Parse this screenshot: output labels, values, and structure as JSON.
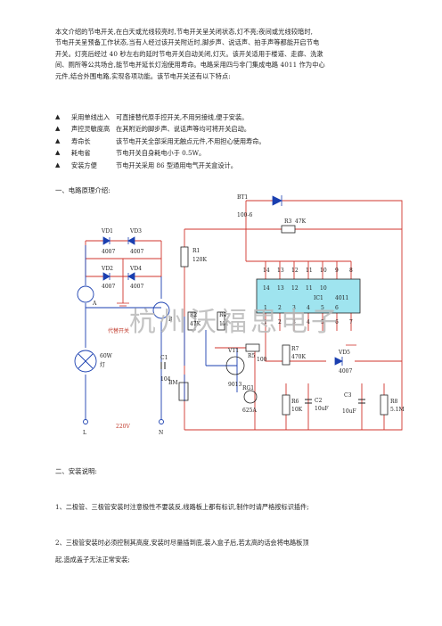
{
  "intro": [
    "本文介绍的节电开关,在白天或光线较亮时,节电开关呈关闭状态,灯不亮;夜间或光线较暗时,",
    "节电开关呈预备工作状态,当有人经过该开关附近时,脚步声、说话声、拍手声等都能开启节电",
    "开关。灯亮后经过 40 秒左右的延时节电开关自动关闭,灯灭。该开关适用于楼道、走廊、洗漱",
    "间、厕所等公共场合,能节电并延长灯泡使用寿命。电路采用四与非门集成电路 4011 作为中心",
    "元件,结合外围电路,实现各项功能。该节电开关还有以下特点:"
  ],
  "features": [
    {
      "bullet": "▲",
      "key": "采用单线出入",
      "value": "可直接替代原手控开关,不用另接线,便于安装。"
    },
    {
      "bullet": "▲",
      "key": "声控灵敏度高",
      "value": "在其附近的脚步声、说话声等均可将开关启动。"
    },
    {
      "bullet": "▲",
      "key": "寿命长",
      "value": "该节电开关全部采用无触点元件,不用担心使用寿命。"
    },
    {
      "bullet": "▲",
      "key": "耗电省",
      "value": "节电开关自身耗电小于 0.5W。"
    },
    {
      "bullet": "▲",
      "key": "安装方便",
      "value": "节电开关采用 86 型通用电气开关盒设计。"
    }
  ],
  "section1": "一、电路原理介绍:",
  "section2": "二、安装说明:",
  "watermark": "杭州沃福思电子",
  "circuit": {
    "vd1": "VD1",
    "vd1v": "4007",
    "vd3": "VD3",
    "vd3v": "4007",
    "vd2": "VD2",
    "vd2v": "4007",
    "vd4": "VD4",
    "vd4v": "4007",
    "bt1": "BT1",
    "bt1v": "100-6",
    "r1": "R1",
    "r1v": "120K",
    "r3": "R3",
    "r3v": "47K",
    "r2": "R2",
    "r2v": "47K",
    "r4": "R4",
    "r4v": "1M",
    "r5": "R5",
    "r5v": "100",
    "r7": "R7",
    "r7v": "470K",
    "r6": "R6",
    "r6v": "10K",
    "r8": "R8",
    "r8v": "5.1M",
    "c1": "C1",
    "c1v": "104",
    "c2": "C2",
    "c2v": "10uF",
    "c3": "C3",
    "c3v": "10uF",
    "vt1": "VT1",
    "vt1v": "9013",
    "vd5": "VD5",
    "vd5v": "4007",
    "rg1": "RG1",
    "rg1v": "625A",
    "bm": "BM",
    "ic": "IC1",
    "icv": "4011",
    "lamp": "60W",
    "lamp2": "灯",
    "a": "A",
    "b": "B",
    "switch": "代替开关",
    "l": "L",
    "n": "N",
    "v220": "220V",
    "pin14": "14",
    "pin13": "13",
    "pin12": "12",
    "pin11": "11",
    "pin10": "10",
    "pin9": "9",
    "pin8": "8",
    "pin1": "1",
    "pin2": "2",
    "pin3": "3",
    "pin4": "4",
    "pin5": "5",
    "pin6": "6",
    "pin7": "7"
  },
  "notes": [
    "1、二极管、三极管安装时注意极性不要装反,线路板上都有标识,制作时请严格按标识插件;",
    "2、三极管安装时必须控制其高度,安装时尽量插到底,装入盒子后,若太高的话会将电路板顶",
    "起,造成盖子无法正常安装;"
  ],
  "colors": {
    "red": "#d0342c",
    "blue": "#1a3fb0",
    "ic_fill": "#9fe4ef"
  }
}
